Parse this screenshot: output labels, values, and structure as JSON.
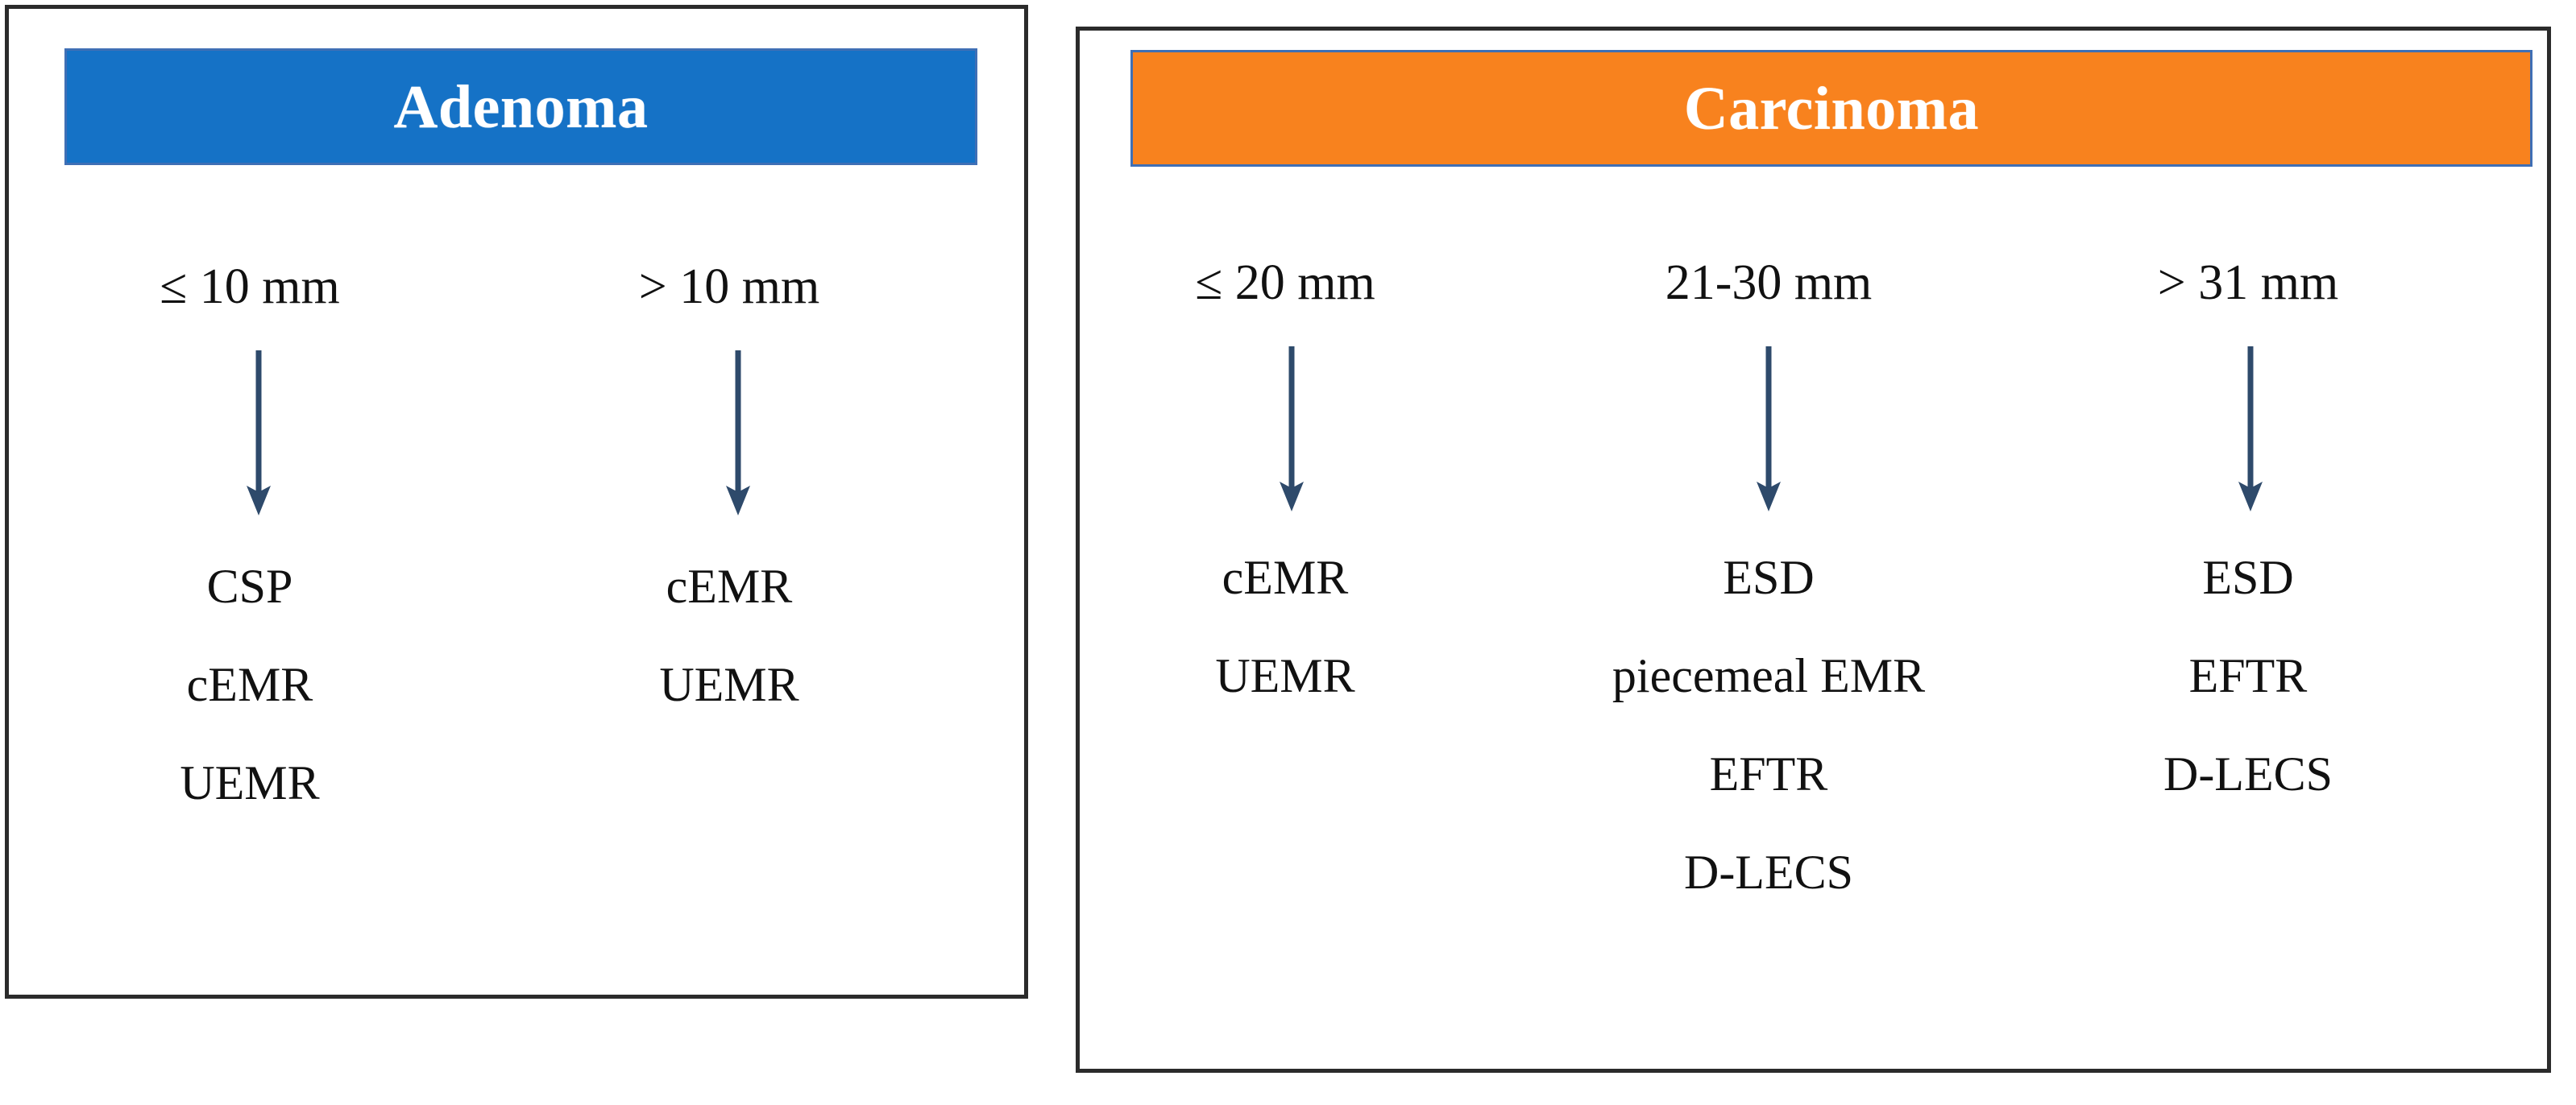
{
  "figure": {
    "type": "flowchart",
    "description": "Treatment-selection flowchart for colorectal lesions by histology and size"
  },
  "panels": [
    {
      "id": "adenoma",
      "header": {
        "title": "Adenoma",
        "background_color": "#1572C6",
        "border_color": "#3F6FB5",
        "text_color": "#FFFFFF"
      },
      "branches": [
        {
          "size_label": "≤ 10 mm",
          "arrow_icon": "down-arrow-icon",
          "treatments": [
            "CSP",
            "cEMR",
            "UEMR"
          ]
        },
        {
          "size_label": "> 10 mm",
          "arrow_icon": "down-arrow-icon",
          "treatments": [
            "cEMR",
            "UEMR"
          ]
        }
      ]
    },
    {
      "id": "carcinoma",
      "header": {
        "title": "Carcinoma",
        "background_color": "#F8821E",
        "border_color": "#3F6FB5",
        "text_color": "#FFFFFF"
      },
      "branches": [
        {
          "size_label": "≤ 20 mm",
          "arrow_icon": "down-arrow-icon",
          "treatments": [
            "cEMR",
            "UEMR"
          ]
        },
        {
          "size_label": "21-30 mm",
          "arrow_icon": "down-arrow-icon",
          "treatments": [
            "ESD",
            "piecemeal EMR",
            "EFTR",
            "D-LECS"
          ]
        },
        {
          "size_label": "> 31 mm",
          "arrow_icon": "down-arrow-icon",
          "treatments": [
            "ESD",
            "EFTR",
            "D-LECS"
          ]
        }
      ]
    }
  ],
  "colors": {
    "adenoma_blue": "#1572C6",
    "carcinoma_orange": "#F8821E",
    "arrow_navy": "#2E4A6B",
    "panel_border": "#2B2B2B",
    "text": "#111111",
    "background": "#FFFFFF"
  }
}
